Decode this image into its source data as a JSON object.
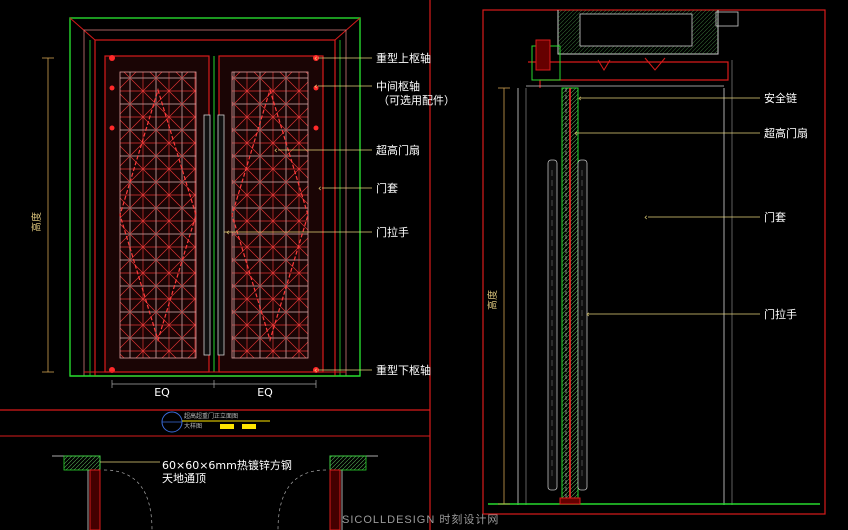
{
  "front_elevation": {
    "labels": {
      "top_pivot": "重型上枢轴",
      "mid_pivot": "中间枢轴",
      "mid_pivot_note": "（可选用配件）",
      "leaf": "超高门扇",
      "frame": "门套",
      "handle": "门拉手",
      "bottom_pivot": "重型下枢轴"
    },
    "dim_left": "高度",
    "dim_eq_left": "EQ",
    "dim_eq_right": "EQ",
    "title_line1": "超高超重门正立面图",
    "title_line2": "大样图"
  },
  "section_view": {
    "labels": {
      "safety_chain": "安全链",
      "leaf": "超高门扇",
      "frame": "门套",
      "handle": "门拉手"
    },
    "dim_left": "高度"
  },
  "plan_detail": {
    "note_line1": "60×60×6mm热镀锌方钢",
    "note_line2": "天地通顶"
  },
  "watermark": "SICOLLDESIGN 时刻设计网",
  "colors": {
    "background": "#000000",
    "frame_line": "#ff2a2a",
    "green_line": "#27d92e",
    "label_text": "#ffffff",
    "accent_yellow": "#ffe600"
  }
}
